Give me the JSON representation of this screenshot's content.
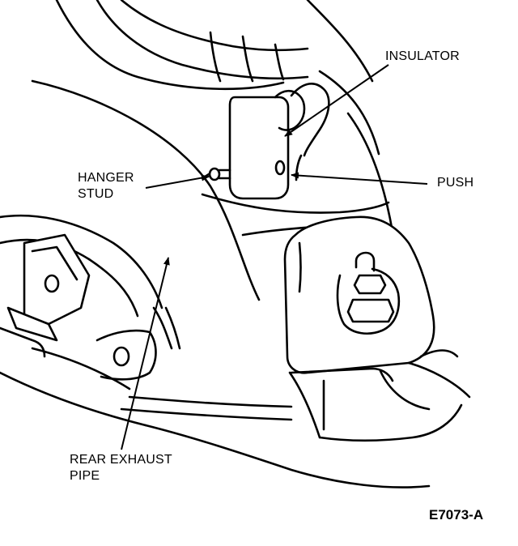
{
  "labels": {
    "insulator": "INSULATOR",
    "hanger_line1": "HANGER",
    "hanger_line2": "STUD",
    "push": "PUSH",
    "rear_line1": "REAR EXHAUST",
    "rear_line2": "PIPE"
  },
  "figure_number": "E7073-A"
}
